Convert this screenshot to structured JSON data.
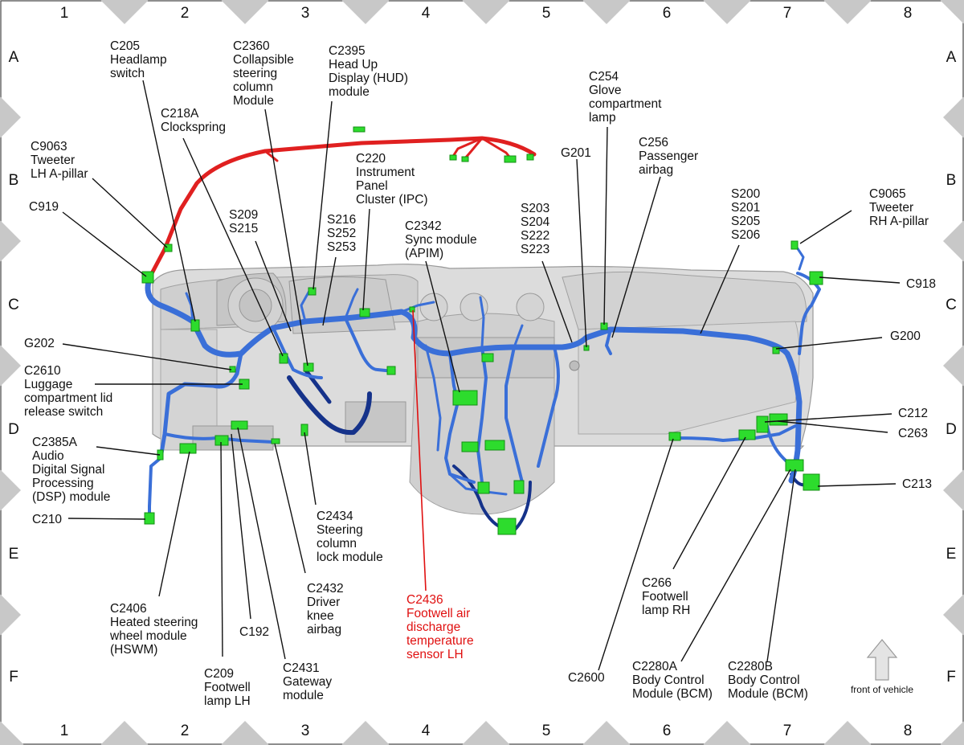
{
  "grid": {
    "columns": [
      "1",
      "2",
      "3",
      "4",
      "5",
      "6",
      "7",
      "8"
    ],
    "rows": [
      "A",
      "B",
      "C",
      "D",
      "E",
      "F"
    ]
  },
  "labels": {
    "c205": [
      "C205",
      "Headlamp",
      "switch"
    ],
    "c2360": [
      "C2360",
      "Collapsible",
      "steering",
      "column",
      "Module"
    ],
    "c2395": [
      "C2395",
      "Head Up",
      "Display (HUD)",
      "module"
    ],
    "c218a": [
      "C218A",
      "Clockspring"
    ],
    "c9063": [
      "C9063",
      "Tweeter",
      "LH A-pillar"
    ],
    "c919": [
      "C919"
    ],
    "c220": [
      "C220",
      "Instrument",
      "Panel",
      "Cluster (IPC)"
    ],
    "s209": [
      "S209",
      "S215"
    ],
    "s216": [
      "S216",
      "S252",
      "S253"
    ],
    "c2342": [
      "C2342",
      "Sync module",
      "(APIM)"
    ],
    "s203": [
      "S203",
      "S204",
      "S222",
      "S223"
    ],
    "g201": [
      "G201"
    ],
    "c254": [
      "C254",
      "Glove",
      "compartment",
      "lamp"
    ],
    "c256": [
      "C256",
      "Passenger",
      "airbag"
    ],
    "s200": [
      "S200",
      "S201",
      "S205",
      "S206"
    ],
    "c9065": [
      "C9065",
      "Tweeter",
      "RH A-pillar"
    ],
    "c918": [
      "C918"
    ],
    "g200": [
      "G200"
    ],
    "g202": [
      "G202"
    ],
    "c2610": [
      "C2610",
      "Luggage",
      "compartment lid",
      "release switch"
    ],
    "c2385a": [
      "C2385A",
      "Audio",
      "Digital Signal",
      "Processing",
      "(DSP) module"
    ],
    "c210": [
      "C210"
    ],
    "c212": [
      "C212"
    ],
    "c263": [
      "C263"
    ],
    "c213": [
      "C213"
    ],
    "c2434": [
      "C2434",
      "Steering",
      "column",
      "lock module"
    ],
    "c2432": [
      "C2432",
      "Driver",
      "knee",
      "airbag"
    ],
    "c2436": [
      "C2436",
      "Footwell air",
      "discharge",
      "temperature",
      "sensor LH"
    ],
    "c2406": [
      "C2406",
      "Heated steering",
      "wheel module",
      "(HSWM)"
    ],
    "c192": [
      "C192"
    ],
    "c209": [
      "C209",
      "Footwell",
      "lamp LH"
    ],
    "c2431": [
      "C2431",
      "Gateway",
      "module"
    ],
    "c266": [
      "C266",
      "Footwell",
      "lamp RH"
    ],
    "c2600": [
      "C2600"
    ],
    "c2280a": [
      "C2280A",
      "Body Control",
      "Module (BCM)"
    ],
    "c2280b": [
      "C2280B",
      "Body Control",
      "Module (BCM)"
    ]
  },
  "footer": {
    "front_of_vehicle": "front of vehicle"
  },
  "colors": {
    "connector": "#2ddc2d",
    "harness": "#3a6fd8",
    "harness_dark": "#15328a",
    "harness_red": "#e02020",
    "highlight_label": "#e01010",
    "panel": "#d9d9d9",
    "marker": "#c8c8c8"
  }
}
